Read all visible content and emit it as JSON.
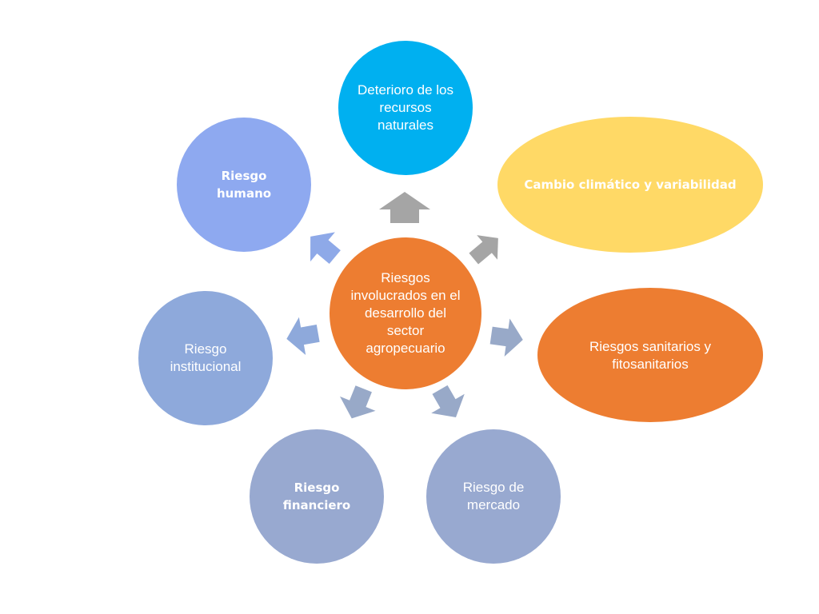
{
  "diagram": {
    "center": {
      "label": "Riesgos involucrados en el desarrollo del sector agropecuario",
      "color": "#ED7D31"
    },
    "nodes": [
      {
        "id": "deterioro",
        "label": "Deterioro de los recursos naturales",
        "color": "#00B0F0"
      },
      {
        "id": "cambio",
        "label": "Cambio climático y variabilidad",
        "color": "#FFD966"
      },
      {
        "id": "sanitarios",
        "label": "Riesgos sanitarios y fitosanitarios",
        "color": "#ED7D31"
      },
      {
        "id": "mercado",
        "label": "Riesgo de mercado",
        "color": "#98A9D0"
      },
      {
        "id": "financiero",
        "label": "Riesgo financiero",
        "color": "#98A9D0"
      },
      {
        "id": "institucional",
        "label": "Riesgo institucional",
        "color": "#8EA9DB"
      },
      {
        "id": "humano",
        "label": "Riesgo humano",
        "color": "#8EA9F0"
      }
    ],
    "arrow_color": "#A5A5A5",
    "arrow_color_blue": "#8EA9E8",
    "arrow_color_slate": "#98A9C8"
  }
}
